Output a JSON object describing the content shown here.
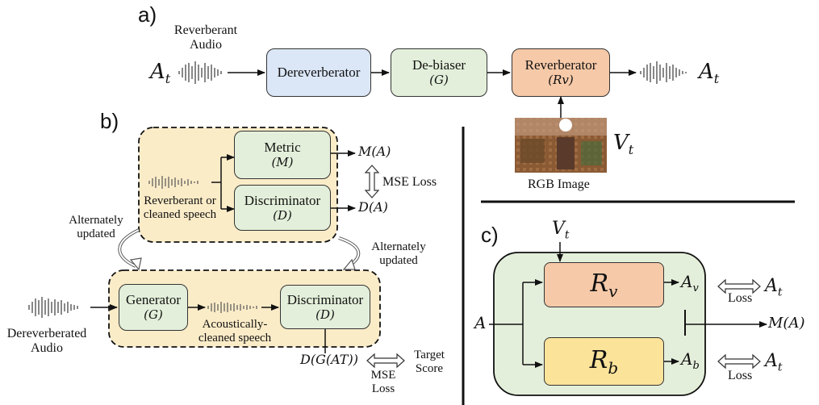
{
  "panels": {
    "a": "a)",
    "b": "b)",
    "c": "c)"
  },
  "a": {
    "input_symbol": "A",
    "input_sub": "t",
    "input_caption": "Reverberant\nAudio",
    "dereverb": "Dereverberator",
    "debiaser": "De-biaser",
    "debiaser_sym": "(G)",
    "reverb": "Reverberator",
    "reverb_sym": "(Rv)",
    "output_symbol": "A",
    "output_sub": "t",
    "image_label": "RGB Image",
    "image_symbol": "V",
    "image_sub": "t"
  },
  "b": {
    "metric": "Metric",
    "metric_sym": "(M)",
    "disc": "Discriminator",
    "disc_sym": "(D)",
    "speech_caption": "Reverberant or\ncleaned speech",
    "metric_out": "M(A)",
    "disc_out": "D(A)",
    "mse_loss": "MSE Loss",
    "alt_left": "Alternately\nupdated",
    "alt_right": "Alternately\nupdated",
    "generator": "Generator",
    "generator_sym": "(G)",
    "disc2": "Discriminator",
    "disc2_sym": "(D)",
    "mid_caption": "Acoustically-\ncleaned speech",
    "input_caption": "Dereverberated\nAudio",
    "bottom_out": "D(G(AT))",
    "mse_loss2": "MSE\nLoss",
    "target": "Target\nScore"
  },
  "c": {
    "vt": "V",
    "vt_sub": "t",
    "rv": "R",
    "rv_sub": "v",
    "rb": "R",
    "rb_sub": "b",
    "a_in": "A",
    "av": "A",
    "av_sub": "v",
    "ab": "A",
    "ab_sub": "b",
    "at1": "A",
    "at1_sub": "t",
    "at2": "A",
    "at2_sub": "t",
    "loss1": "Loss",
    "loss2": "Loss",
    "m_out": "M(A)"
  },
  "colors": {
    "blue": "#dbe7f7",
    "green": "#e3efda",
    "orange": "#f6c9a8",
    "yellow": "#fbe39a",
    "tan": "#fbecc8",
    "green_panel": "#e4efdb"
  }
}
